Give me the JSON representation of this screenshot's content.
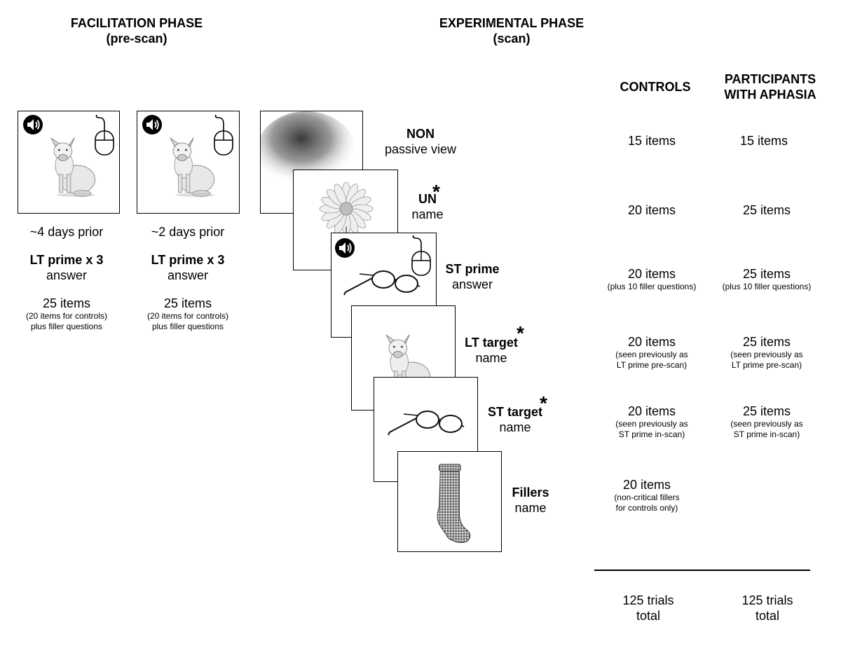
{
  "facilitation": {
    "title": "FACILITATION PHASE",
    "subtitle": "(pre-scan)",
    "columns": [
      {
        "timing": "~4 days prior",
        "task": "LT prime x 3",
        "response": "answer",
        "items": "25 items",
        "note1": "(20 items for controls)",
        "note2": "plus filler questions"
      },
      {
        "timing": "~2 days prior",
        "task": "LT prime x 3",
        "response": "answer",
        "items": "25 items",
        "note1": "(20 items for controls)",
        "note2": "plus filler questions"
      }
    ]
  },
  "experimental": {
    "title": "EXPERIMENTAL PHASE",
    "subtitle": "(scan)",
    "conditions": [
      {
        "name": "NON",
        "task": "passive view",
        "star": ""
      },
      {
        "name": "UN",
        "task": "name",
        "star": "*"
      },
      {
        "name": "ST prime",
        "task": "answer",
        "star": ""
      },
      {
        "name": "LT target",
        "task": "name",
        "star": "*"
      },
      {
        "name": "ST target",
        "task": "name",
        "star": "*"
      },
      {
        "name": "Fillers",
        "task": "name",
        "star": ""
      }
    ]
  },
  "table": {
    "headers": {
      "controls": "CONTROLS",
      "aphasia_1": "PARTICIPANTS",
      "aphasia_2": "WITH APHASIA"
    },
    "rows": [
      {
        "controls": "15 items",
        "controls_note": "",
        "controls_note2": "",
        "aphasia": "15 items",
        "aphasia_note": "",
        "aphasia_note2": ""
      },
      {
        "controls": "20 items",
        "controls_note": "",
        "controls_note2": "",
        "aphasia": "25 items",
        "aphasia_note": "",
        "aphasia_note2": ""
      },
      {
        "controls": "20 items",
        "controls_note": "(plus 10 filler questions)",
        "controls_note2": "",
        "aphasia": "25 items",
        "aphasia_note": "(plus 10 filler questions)",
        "aphasia_note2": ""
      },
      {
        "controls": "20 items",
        "controls_note": "(seen previously as",
        "controls_note2": "LT prime pre-scan)",
        "aphasia": "25 items",
        "aphasia_note": "(seen previously as",
        "aphasia_note2": "LT prime pre-scan)"
      },
      {
        "controls": "20 items",
        "controls_note": "(seen previously as",
        "controls_note2": "ST prime in-scan)",
        "aphasia": "25 items",
        "aphasia_note": "(seen previously as",
        "aphasia_note2": "ST prime in-scan)"
      },
      {
        "controls": "20 items",
        "controls_note": "(non-critical fillers",
        "controls_note2": "for controls only)",
        "aphasia": "",
        "aphasia_note": "",
        "aphasia_note2": ""
      }
    ],
    "totals": {
      "controls_1": "125 trials",
      "controls_2": "total",
      "aphasia_1": "125 trials",
      "aphasia_2": "total"
    }
  },
  "icons": {
    "speaker": "speaker-icon",
    "mouse": "mouse-icon",
    "pig": "pig-picture",
    "flower": "flower-picture",
    "glasses": "glasses-picture",
    "sock": "sock-picture",
    "noise": "noise-picture"
  }
}
